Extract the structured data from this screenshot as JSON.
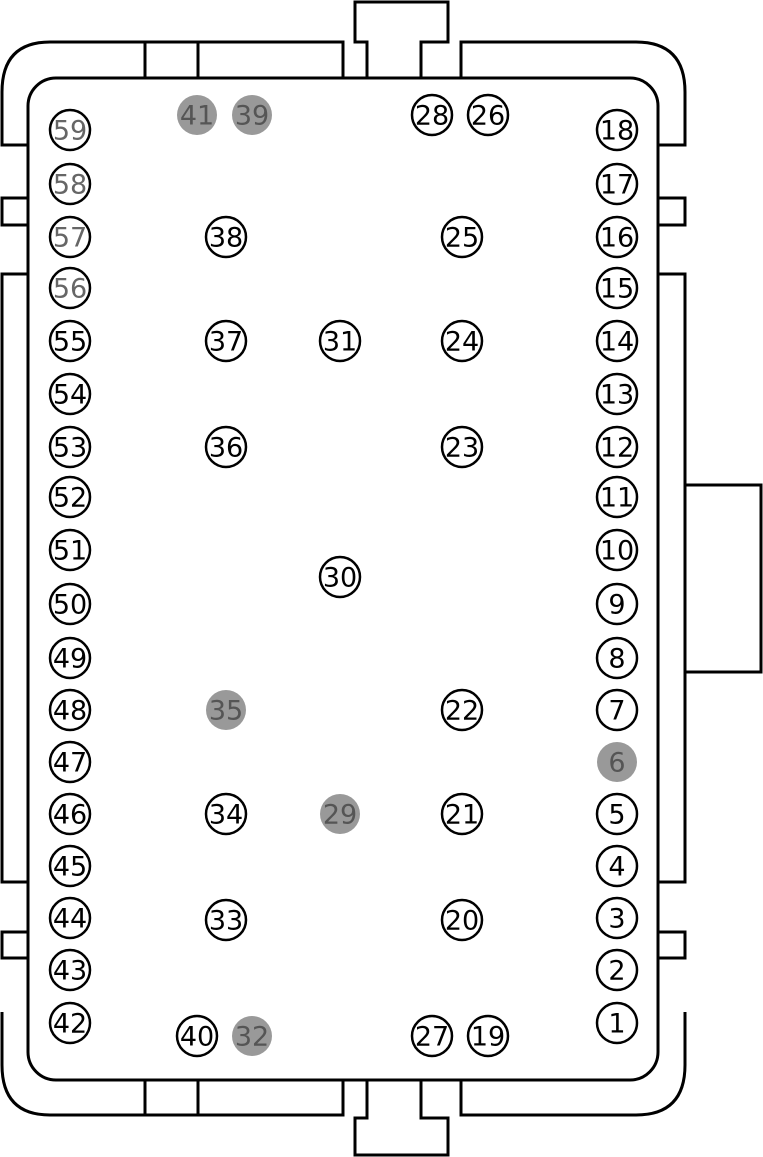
{
  "colors": {
    "background": "#ffffff",
    "stroke": "#000000",
    "unused_pin_fill": "#999999",
    "unused_pin_text": "#555555",
    "active_pin_text": "#000000",
    "grey_label_text": "#666666"
  },
  "pins": [
    {
      "label": "1",
      "col": "right",
      "row": "r1023",
      "state": "active"
    },
    {
      "label": "2",
      "col": "right",
      "row": "r970",
      "state": "active"
    },
    {
      "label": "3",
      "col": "right",
      "row": "r918",
      "state": "active"
    },
    {
      "label": "4",
      "col": "right",
      "row": "r866",
      "state": "active"
    },
    {
      "label": "5",
      "col": "right",
      "row": "r814",
      "state": "active"
    },
    {
      "label": "6",
      "col": "right",
      "row": "r762",
      "state": "unused"
    },
    {
      "label": "7",
      "col": "right",
      "row": "r710",
      "state": "active"
    },
    {
      "label": "8",
      "col": "right",
      "row": "r658",
      "state": "active"
    },
    {
      "label": "9",
      "col": "right",
      "row": "r604",
      "state": "active"
    },
    {
      "label": "10",
      "col": "right",
      "row": "r550",
      "state": "active"
    },
    {
      "label": "11",
      "col": "right",
      "row": "r497",
      "state": "active"
    },
    {
      "label": "12",
      "col": "right",
      "row": "r447",
      "state": "active"
    },
    {
      "label": "13",
      "col": "right",
      "row": "r394",
      "state": "active"
    },
    {
      "label": "14",
      "col": "right",
      "row": "r341",
      "state": "active"
    },
    {
      "label": "15",
      "col": "right",
      "row": "r288",
      "state": "active"
    },
    {
      "label": "16",
      "col": "right",
      "row": "r237",
      "state": "active"
    },
    {
      "label": "17",
      "col": "right",
      "row": "r184",
      "state": "active"
    },
    {
      "label": "18",
      "col": "right",
      "row": "r130",
      "state": "active"
    },
    {
      "label": "19",
      "col": "c488",
      "row": "r1036",
      "state": "active"
    },
    {
      "label": "20",
      "col": "c462",
      "row": "r920",
      "state": "active"
    },
    {
      "label": "21",
      "col": "c462",
      "row": "r814",
      "state": "active"
    },
    {
      "label": "22",
      "col": "c462",
      "row": "r710",
      "state": "active"
    },
    {
      "label": "23",
      "col": "c462",
      "row": "r447",
      "state": "active"
    },
    {
      "label": "24",
      "col": "c462",
      "row": "r341",
      "state": "active"
    },
    {
      "label": "25",
      "col": "c462",
      "row": "r237",
      "state": "active"
    },
    {
      "label": "26",
      "col": "c488",
      "row": "r115",
      "state": "active"
    },
    {
      "label": "27",
      "col": "c432",
      "row": "r1036",
      "state": "active"
    },
    {
      "label": "28",
      "col": "c432",
      "row": "r115",
      "state": "active"
    },
    {
      "label": "29",
      "col": "c340",
      "row": "r814",
      "state": "unused"
    },
    {
      "label": "30",
      "col": "c340",
      "row": "r577",
      "state": "active"
    },
    {
      "label": "31",
      "col": "c340",
      "row": "r341",
      "state": "active"
    },
    {
      "label": "32",
      "col": "c252",
      "row": "r1036",
      "state": "unused"
    },
    {
      "label": "33",
      "col": "c226",
      "row": "r920",
      "state": "active"
    },
    {
      "label": "34",
      "col": "c226",
      "row": "r814",
      "state": "active"
    },
    {
      "label": "35",
      "col": "c226",
      "row": "r710",
      "state": "unused"
    },
    {
      "label": "36",
      "col": "c226",
      "row": "r447",
      "state": "active"
    },
    {
      "label": "37",
      "col": "c226",
      "row": "r341",
      "state": "active"
    },
    {
      "label": "38",
      "col": "c226",
      "row": "r237",
      "state": "active"
    },
    {
      "label": "39",
      "col": "c252",
      "row": "r115",
      "state": "unused"
    },
    {
      "label": "40",
      "col": "c197",
      "row": "r1036",
      "state": "active"
    },
    {
      "label": "41",
      "col": "c197",
      "row": "r115",
      "state": "unused"
    },
    {
      "label": "42",
      "col": "left",
      "row": "r1023",
      "state": "active"
    },
    {
      "label": "43",
      "col": "left",
      "row": "r970",
      "state": "active"
    },
    {
      "label": "44",
      "col": "left",
      "row": "r918",
      "state": "active"
    },
    {
      "label": "45",
      "col": "left",
      "row": "r866",
      "state": "active"
    },
    {
      "label": "46",
      "col": "left",
      "row": "r814",
      "state": "active"
    },
    {
      "label": "47",
      "col": "left",
      "row": "r762",
      "state": "active"
    },
    {
      "label": "48",
      "col": "left",
      "row": "r710",
      "state": "active"
    },
    {
      "label": "49",
      "col": "left",
      "row": "r658",
      "state": "active"
    },
    {
      "label": "50",
      "col": "left",
      "row": "r604",
      "state": "active"
    },
    {
      "label": "51",
      "col": "left",
      "row": "r550",
      "state": "active"
    },
    {
      "label": "52",
      "col": "left",
      "row": "r497",
      "state": "active"
    },
    {
      "label": "53",
      "col": "left",
      "row": "r447",
      "state": "active"
    },
    {
      "label": "54",
      "col": "left",
      "row": "r394",
      "state": "active"
    },
    {
      "label": "55",
      "col": "left",
      "row": "r341",
      "state": "active"
    },
    {
      "label": "56",
      "col": "left",
      "row": "r288",
      "state": "grey-label"
    },
    {
      "label": "57",
      "col": "left",
      "row": "r237",
      "state": "grey-label"
    },
    {
      "label": "58",
      "col": "left",
      "row": "r184",
      "state": "grey-label"
    },
    {
      "label": "59",
      "col": "left",
      "row": "r130",
      "state": "grey-label"
    }
  ]
}
